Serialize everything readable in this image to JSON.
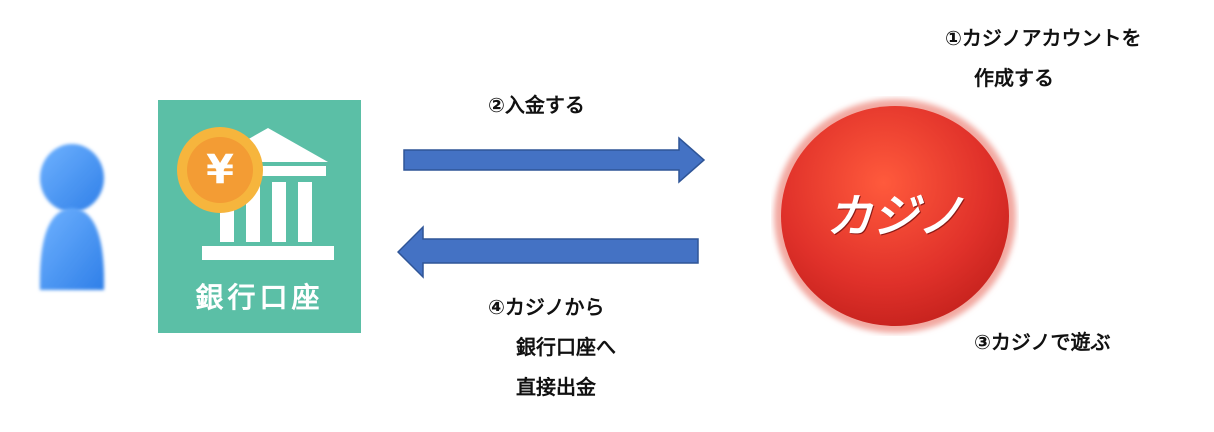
{
  "bank": {
    "label": "銀行口座",
    "yen_symbol": "¥",
    "color": "#5bbfa6"
  },
  "casino": {
    "label": "カジノ",
    "color": "#e0312a"
  },
  "person": {
    "color": "#3d8ff0"
  },
  "arrows": {
    "color": "#4472c4"
  },
  "steps": {
    "step1": {
      "line1": "①カジノアカウントを",
      "line2": "作成する"
    },
    "step2": "②入金する",
    "step3": "③カジノで遊ぶ",
    "step4": {
      "line1": "④カジノから",
      "line2": "銀行口座へ",
      "line3": "直接出金"
    }
  }
}
